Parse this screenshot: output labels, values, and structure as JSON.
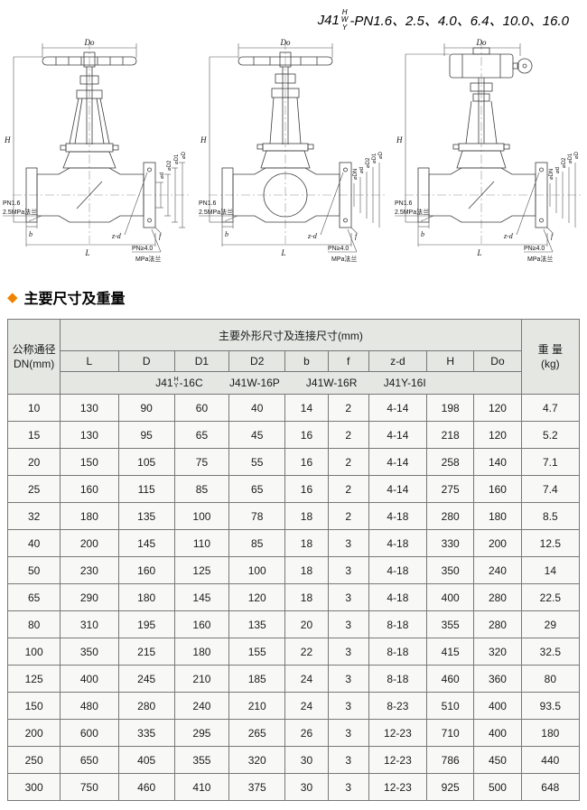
{
  "title": {
    "prefix": "J41",
    "stack": [
      "H",
      "W",
      "Y"
    ],
    "suffix": "-PN1.6、2.5、4.0、6.4、10.0、16.0"
  },
  "section": {
    "bullet": "◆",
    "heading": "主要尺寸及重量",
    "bullet_color": "#f08300"
  },
  "drawing": {
    "dim_do": "Do",
    "dim_h": "H",
    "dim_l": "L",
    "dim_b": "b",
    "dim_f": "f",
    "dim_zd": "z-d",
    "flange_low_line1": "PN1.6",
    "flange_low_line2": "2.5MPa法兰",
    "flange_high_line1": "PN≥4.0",
    "flange_high_line2": "MPa法兰",
    "dia_d": "⌀d",
    "dia_d2": "⌀D2",
    "dia_d1": "⌀D1",
    "dia_D": "⌀D",
    "dia_dn": "⌀DN"
  },
  "table": {
    "header": {
      "dn_line1": "公称通径",
      "dn_line2": "DN(mm)",
      "main": "主要外形尺寸及连接尺寸(mm)",
      "weight_line1": "重 量",
      "weight_line2": "(kg)",
      "sub": [
        "L",
        "D",
        "D1",
        "D2",
        "b",
        "f",
        "z-d",
        "H",
        "Do"
      ]
    },
    "models": {
      "m1_prefix": "J41",
      "m1_top": "H",
      "m1_bot": "Y",
      "m1_suffix": "-16C",
      "m2": "J41W-16P",
      "m3": "J41W-16R",
      "m4": "J41Y-16I"
    },
    "rows": [
      [
        "10",
        "130",
        "90",
        "60",
        "40",
        "14",
        "2",
        "4-14",
        "198",
        "120",
        "4.7"
      ],
      [
        "15",
        "130",
        "95",
        "65",
        "45",
        "16",
        "2",
        "4-14",
        "218",
        "120",
        "5.2"
      ],
      [
        "20",
        "150",
        "105",
        "75",
        "55",
        "16",
        "2",
        "4-14",
        "258",
        "140",
        "7.1"
      ],
      [
        "25",
        "160",
        "115",
        "85",
        "65",
        "16",
        "2",
        "4-14",
        "275",
        "160",
        "7.4"
      ],
      [
        "32",
        "180",
        "135",
        "100",
        "78",
        "18",
        "2",
        "4-18",
        "280",
        "180",
        "8.5"
      ],
      [
        "40",
        "200",
        "145",
        "110",
        "85",
        "18",
        "3",
        "4-18",
        "330",
        "200",
        "12.5"
      ],
      [
        "50",
        "230",
        "160",
        "125",
        "100",
        "18",
        "3",
        "4-18",
        "350",
        "240",
        "14"
      ],
      [
        "65",
        "290",
        "180",
        "145",
        "120",
        "18",
        "3",
        "4-18",
        "400",
        "280",
        "22.5"
      ],
      [
        "80",
        "310",
        "195",
        "160",
        "135",
        "20",
        "3",
        "8-18",
        "355",
        "280",
        "29"
      ],
      [
        "100",
        "350",
        "215",
        "180",
        "155",
        "22",
        "3",
        "8-18",
        "415",
        "320",
        "32.5"
      ],
      [
        "125",
        "400",
        "245",
        "210",
        "185",
        "24",
        "3",
        "8-18",
        "460",
        "360",
        "80"
      ],
      [
        "150",
        "480",
        "280",
        "240",
        "210",
        "24",
        "3",
        "8-23",
        "510",
        "400",
        "93.5"
      ],
      [
        "200",
        "600",
        "335",
        "295",
        "265",
        "26",
        "3",
        "12-23",
        "710",
        "400",
        "180"
      ],
      [
        "250",
        "650",
        "405",
        "355",
        "320",
        "30",
        "3",
        "12-23",
        "786",
        "450",
        "440"
      ],
      [
        "300",
        "750",
        "460",
        "410",
        "375",
        "30",
        "3",
        "12-23",
        "925",
        "500",
        "648"
      ]
    ]
  }
}
